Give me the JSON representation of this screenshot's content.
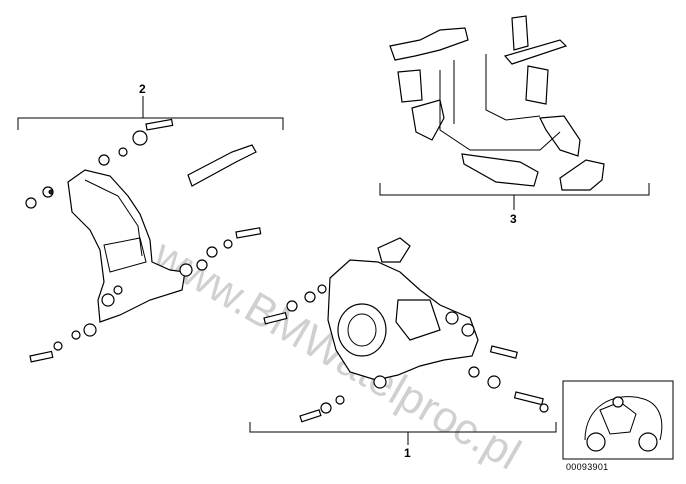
{
  "callouts": {
    "group_1": "1",
    "group_2": "2",
    "group_3": "3"
  },
  "watermark": "www.BMWatelproc.pl",
  "image_code": "00093901"
}
